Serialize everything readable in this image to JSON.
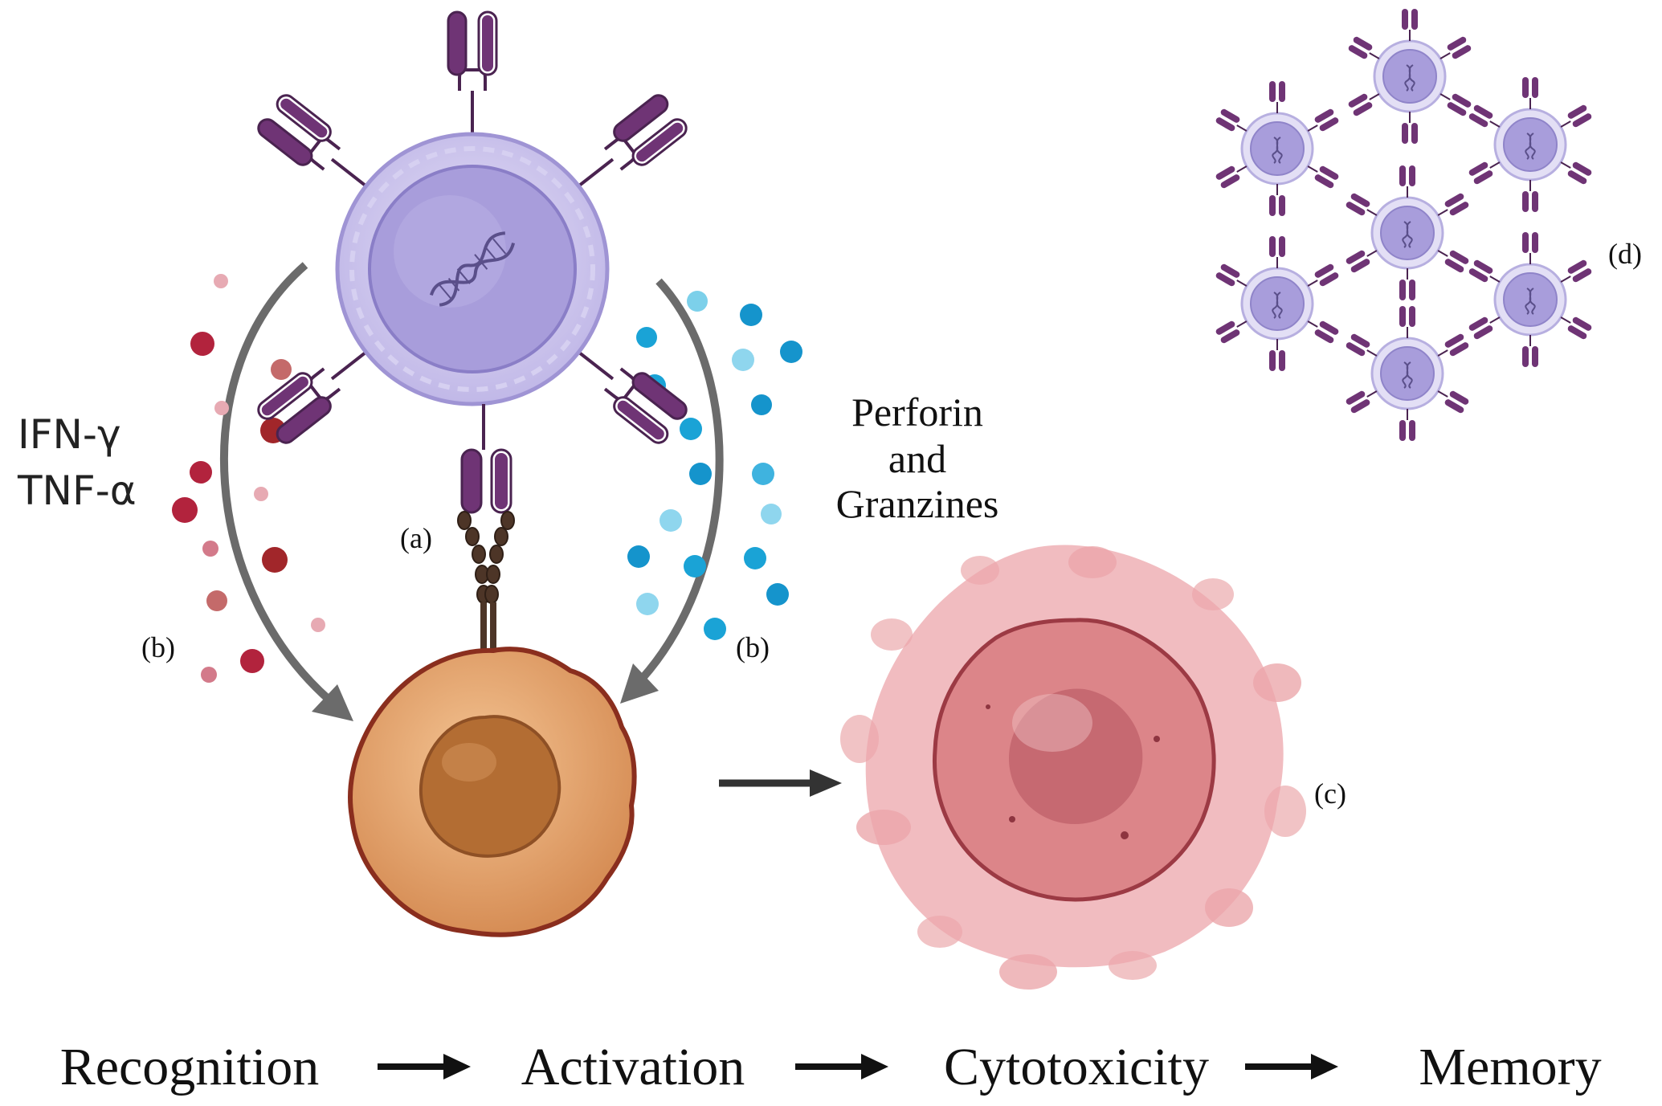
{
  "labels": {
    "a": "(a)",
    "b_left": "(b)",
    "b_right": "(b)",
    "c": "(c)",
    "d": "(d)"
  },
  "cytokines": {
    "line1": "IFN-γ",
    "line2": "TNF-α"
  },
  "effectors": {
    "line1": "Perforin",
    "line2": "and",
    "line3": "Granzines"
  },
  "steps": [
    "Recognition",
    "Activation",
    "Cytotoxicity",
    "Memory"
  ],
  "icons": [
    "car-t-cell-icon",
    "chimeric-antigen-receptor-icon",
    "tumor-antigen-icon",
    "tumor-cell-icon",
    "cytokine-particle-icon",
    "perforin-granzyme-particle-icon",
    "lysed-tumor-cell-icon",
    "memory-t-cell-icon",
    "dna-icon",
    "flow-arrow-icon"
  ],
  "colors": {
    "t_cell": "#c9c3ea",
    "t_cell_nucleus": "#a59ad9",
    "car": "#6f3475",
    "tumor": "#d99a63",
    "tumor_nucleus": "#b36d33",
    "cytokine": "#b2233d",
    "perforin": "#1aa3d6",
    "lysed": "#e9a2a6",
    "arrow": "#6b6b6b"
  }
}
